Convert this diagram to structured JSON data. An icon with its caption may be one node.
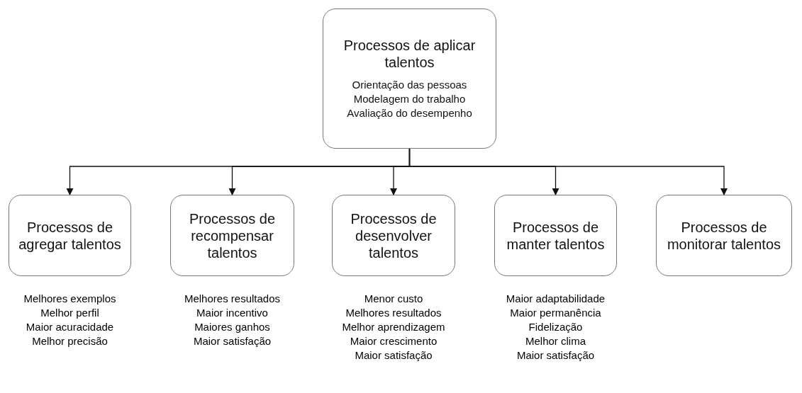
{
  "diagram": {
    "nodes": [
      {
        "text": [
          "Processos de aplicar talentos",
          "Orientação das pessoas",
          "Modelagem do trabalho",
          "Avaliação do desempenho"
        ]
      },
      {
        "text": [
          "Processos de agregar talentos"
        ],
        "beside": [
          "Melhores exemplos",
          "Melhor perfil",
          "Maior acuracidade",
          "Melhor precisão"
        ]
      },
      {
        "text": [
          "Processos de recompensar talentos"
        ],
        "beside": [
          "Melhores resultados",
          "Maior incentivo",
          "Maiores ganhos",
          "Maior satisfação"
        ]
      },
      {
        "text": [
          "Processos de desenvolver talentos"
        ],
        "beside": [
          "Menor custo",
          "Melhores resultados",
          "Melhor aprendizagem",
          "Maior crescimento",
          "Maior satisfação"
        ]
      },
      {
        "text": [
          "Processos de manter talentos"
        ],
        "beside": [
          "Maior adaptabilidade",
          "Maior permanência",
          "Fidelização",
          "Melhor clima",
          "Maior satisfação"
        ]
      },
      {
        "text": [
          "Processos de monitorar talentos"
        ]
      }
    ],
    "edges": [
      {
        "from": 0,
        "to": 1,
        "arrow": "to"
      },
      {
        "from": 0,
        "to": 2,
        "arrow": "to"
      },
      {
        "from": 0,
        "to": 3,
        "arrow": "to"
      },
      {
        "from": 0,
        "to": 4,
        "arrow": "to"
      },
      {
        "from": 0,
        "to": 5,
        "arrow": "to"
      }
    ]
  }
}
